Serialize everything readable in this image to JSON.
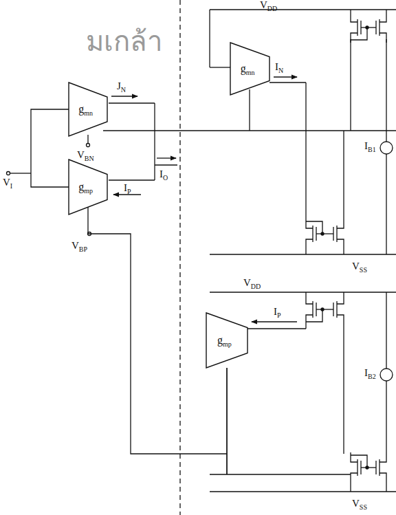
{
  "diagram": {
    "nodes": [
      {
        "text": [
          "gmn"
        ]
      },
      {
        "text": [
          "gmp"
        ]
      },
      {
        "text": [
          "gmn"
        ]
      },
      {
        "text": [
          "gmp"
        ]
      }
    ],
    "edges": [
      {
        "from": 0,
        "to": 1,
        "arrow": "none"
      },
      {
        "from": 1,
        "to": 3,
        "arrow": "none"
      }
    ],
    "labels": [
      "VI",
      "JN",
      "VBN",
      "IP",
      "IO",
      "VBP",
      "VDD",
      "IN",
      "IB1",
      "VSS",
      "VDD",
      "IP",
      "IB2",
      "VSS",
      "มเกล้า"
    ]
  }
}
